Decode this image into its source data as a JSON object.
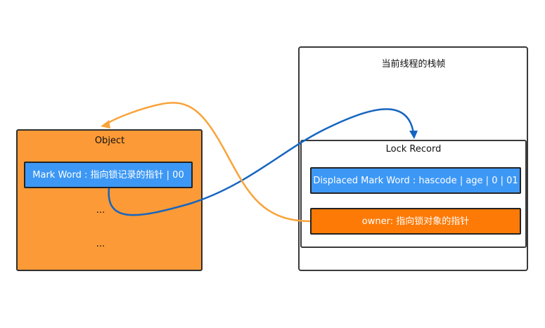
{
  "object": {
    "title": "Object",
    "mark_word": "Mark Word : 指向锁记录的指针 | 00",
    "ellipsis_1": "...",
    "ellipsis_2": "..."
  },
  "stack_frame": {
    "title": "当前线程的栈帧",
    "lock_record": {
      "title": "Lock Record",
      "displaced": "Displaced Mark Word  : hascode | age | 0 | 01",
      "owner": "owner: 指向锁对象的指针"
    }
  },
  "colors": {
    "object_fill": "#fb9a36",
    "field_blue": "#3d98f5",
    "owner_orange": "#fd7a06",
    "arrow_blue": "#1565c0",
    "arrow_orange": "#f9a33a"
  }
}
